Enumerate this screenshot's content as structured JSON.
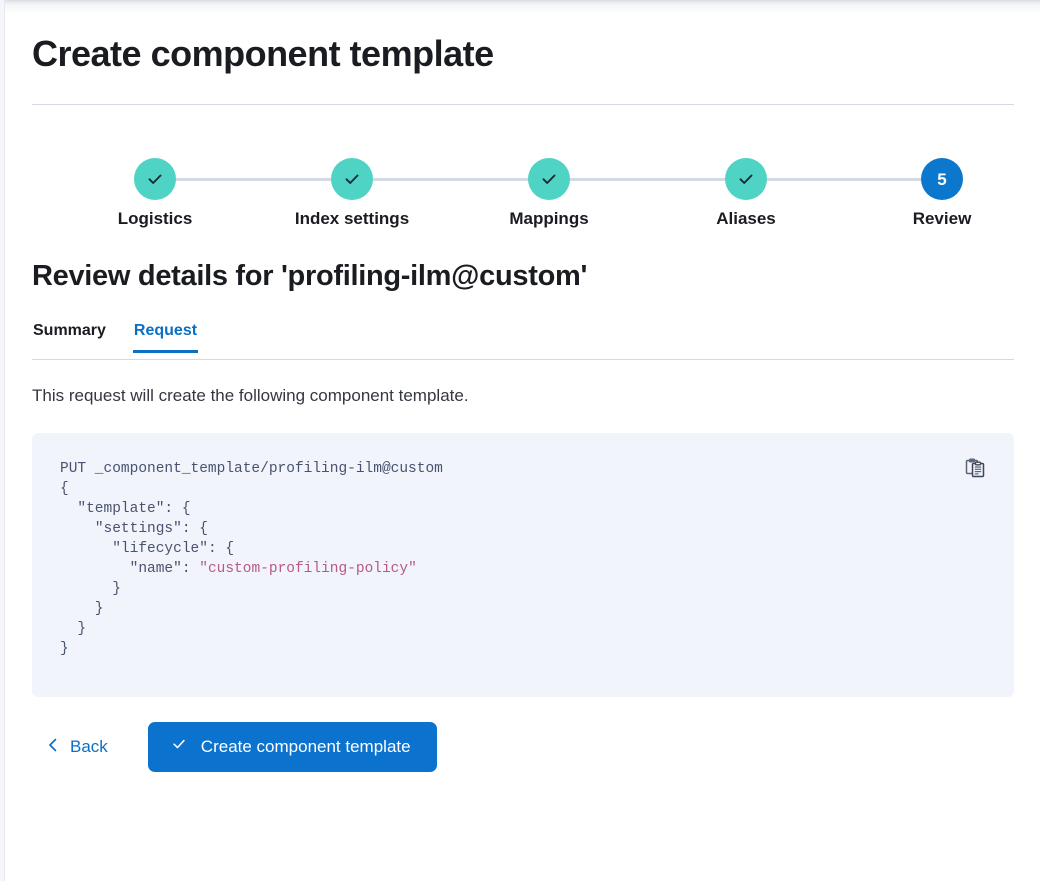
{
  "page": {
    "title": "Create component template"
  },
  "stepper": {
    "steps": [
      {
        "label": "Logistics",
        "state": "done",
        "icon": "check-icon",
        "number": "1"
      },
      {
        "label": "Index settings",
        "state": "done",
        "icon": "check-icon",
        "number": "2"
      },
      {
        "label": "Mappings",
        "state": "done",
        "icon": "check-icon",
        "number": "3"
      },
      {
        "label": "Aliases",
        "state": "done",
        "icon": "check-icon",
        "number": "4"
      },
      {
        "label": "Review",
        "state": "current",
        "icon": "",
        "number": "5"
      }
    ],
    "colors": {
      "done": "#4fd3c4",
      "current": "#0c78cd",
      "connector": "#d3dae6"
    }
  },
  "review": {
    "heading": "Review details for 'profiling-ilm@custom'",
    "tabs": [
      {
        "label": "Summary",
        "active": false
      },
      {
        "label": "Request",
        "active": true
      }
    ],
    "description": "This request will create the following component template.",
    "accent_color": "#0b6fc4"
  },
  "request": {
    "method_line": "PUT _component_template/profiling-ilm@custom",
    "body_lines": [
      "{",
      "  \"template\": {",
      "    \"settings\": {",
      "      \"lifecycle\": {",
      "        \"name\": \"custom-profiling-policy\"",
      "      }",
      "    }",
      "  }",
      "}"
    ],
    "value_string": "\"custom-profiling-policy\"",
    "copy_icon": "copy-clipboard-icon",
    "background": "#f1f4fa",
    "string_color": "#b65a8b"
  },
  "footer": {
    "back_label": "Back",
    "back_icon": "chevron-left-icon",
    "submit_label": "Create component template",
    "submit_icon": "check-icon",
    "submit_color": "#0b72cd"
  }
}
